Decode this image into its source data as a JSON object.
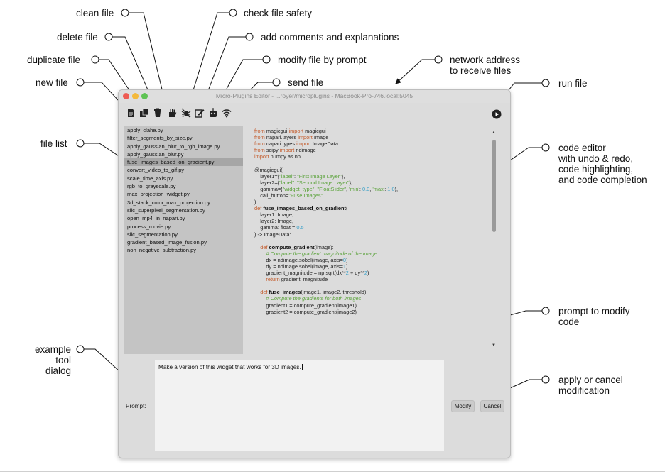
{
  "callouts": {
    "clean_file": "clean file",
    "check_file_safety": "check file safety",
    "delete_file": "delete file",
    "add_comments": "add comments and explanations",
    "duplicate_file": "duplicate file",
    "modify_by_prompt": "modify file by prompt",
    "network_address_line1": "network address",
    "network_address_line2": "to receive files",
    "new_file": "new file",
    "send_file": "send file",
    "run_file": "run file",
    "file_list": "file list",
    "code_editor_line1": "code editor",
    "code_editor_line2": "with undo & redo,",
    "code_editor_line3": "code highlighting,",
    "code_editor_line4": "and code completion",
    "example_tool_line1": "example",
    "example_tool_line2": "tool",
    "example_tool_line3": "dialog",
    "prompt_modify_line1": "prompt to modify",
    "prompt_modify_line2": "code",
    "apply_cancel_line1": "apply or cancel",
    "apply_cancel_line2": "modification"
  },
  "window": {
    "title": "Micro-Plugins Editor - ...royer/microplugins - MacBook-Pro-746.local:5045"
  },
  "toolbar": {
    "icons": [
      "new-file-icon",
      "duplicate-icon",
      "trash-icon",
      "clean-hand-icon",
      "bug-icon",
      "edit-icon",
      "robot-icon",
      "wifi-icon",
      "play-icon"
    ]
  },
  "files": [
    "apply_clahe.py",
    "filter_segments_by_size.py",
    "apply_gaussian_blur_to_rgb_image.py",
    "apply_gaussian_blur.py",
    "fuse_images_based_on_gradient.py",
    "convert_video_to_gif.py",
    "scale_time_axis.py",
    "rgb_to_grayscale.py",
    "max_projection_widget.py",
    "3d_stack_color_max_projection.py",
    "slic_superpixel_segmentation.py",
    "open_mp4_in_napari.py",
    "process_movie.py",
    "slic_segmentation.py",
    "gradient_based_image_fusion.py",
    "non_negative_subtraction.py"
  ],
  "selected_file": "fuse_images_based_on_gradient.py",
  "code": {
    "imp1_kw1": "from",
    "imp1_mod": " magicgui ",
    "imp1_kw2": "import",
    "imp1_name": " magicgui",
    "imp2_kw1": "from",
    "imp2_mod": " napari.layers ",
    "imp2_kw2": "import",
    "imp2_name": " Image",
    "imp3_kw1": "from",
    "imp3_mod": " napari.types ",
    "imp3_kw2": "import",
    "imp3_name": " ImageData",
    "imp4_kw1": "from",
    "imp4_mod": " scipy ",
    "imp4_kw2": "import",
    "imp4_name": " ndimage",
    "imp5_kw1": "import",
    "imp5_rest": " numpy as np",
    "dec": "@magicgui(",
    "l1_a": "    layer1={",
    "l1_b": "\"label\"",
    "l1_c": ": ",
    "l1_d": "\"First Image Layer\"",
    "l1_e": "},",
    "l2_a": "    layer2={",
    "l2_b": "\"label\"",
    "l2_c": ": ",
    "l2_d": "\"Second Image Layer\"",
    "l2_e": "},",
    "g_a": "    gamma={",
    "g_b": "\"widget_type\"",
    "g_c": ": ",
    "g_d": "\"FloatSlider\"",
    "g_e": ", ",
    "g_f": "'min'",
    "g_g": ": ",
    "g_h": "0.0",
    "g_i": ", ",
    "g_j": "'max'",
    "g_k": ": ",
    "g_l": "1.0",
    "g_m": "},",
    "cb_a": "    call_button=",
    "cb_b": "\"Fuse Images\"",
    "close_paren": ")",
    "def1_kw": "def ",
    "def1_name": "fuse_images_based_on_gradient",
    "def1_rest": "(",
    "p1": "    layer1: Image,",
    "p2": "    layer2: Image,",
    "p3_a": "    gamma: float = ",
    "p3_b": "0.5",
    "ret": ") -> ImageData:",
    "def2_kw": "    def ",
    "def2_name": "compute_gradient",
    "def2_rest": "(image):",
    "cmt1": "        # Compute the gradient magnitude of the image",
    "dx_a": "        dx = ndimage.sobel(image, axis=",
    "dx_b": "0",
    "dx_c": ")",
    "dy_a": "        dy = ndimage.sobel(image, axis=",
    "dy_b": "1",
    "dy_c": ")",
    "gm_a": "        gradient_magnitude = np.sqrt(dx**",
    "gm_b": "2",
    "gm_c": " + dy**",
    "gm_d": "2",
    "gm_e": ")",
    "ret2_kw": "        return",
    "ret2_rest": " gradient_magnitude",
    "def3_kw": "    def ",
    "def3_name": "fuse_images",
    "def3_rest": "(image1, image2, threshold):",
    "cmt2": "        # Compute the gradients for both images",
    "gr1": "        gradient1 = compute_gradient(image1)",
    "gr2": "        gradient2 = compute_gradient(image2)"
  },
  "prompt": {
    "label": "Prompt:",
    "value": "Make a version of this widget that works for 3D images."
  },
  "buttons": {
    "modify": "Modify",
    "cancel": "Cancel"
  }
}
